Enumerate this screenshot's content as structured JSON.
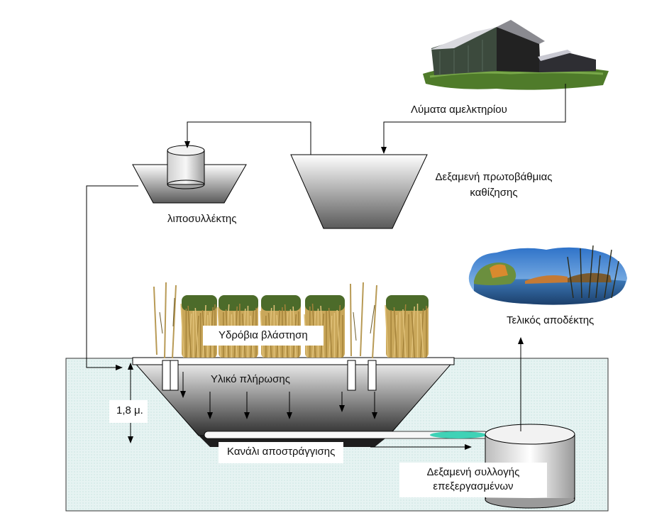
{
  "labels": {
    "farm_effluent": "Λύματα αμελκτηρίου",
    "primary_tank_line1": "Δεξαμενή πρωτοβάθμιας",
    "primary_tank_line2": "καθίζησης",
    "grease_trap": "λιποσυλλέκτης",
    "final_receiver": "Τελικός αποδέκτης",
    "vegetation": "Υδρόβια βλάστηση",
    "fill_material": "Υλικό πλήρωσης",
    "depth": "1,8 μ.",
    "drain_channel": "Κανάλι αποστράγγισης",
    "collection_tank_line1": "Δεξαμενή συλλογής",
    "collection_tank_line2": "επεξεργασμένων"
  },
  "icons": [
    "barn-icon",
    "lake-icon",
    "reed-icon",
    "grass-icon"
  ],
  "colors": {
    "ground": "#e3f1f0",
    "tank_dark": "#3a3a3a",
    "tank_light": "#f4f4f4",
    "water": "#3fd2b6",
    "reed": "#c9a75a"
  }
}
